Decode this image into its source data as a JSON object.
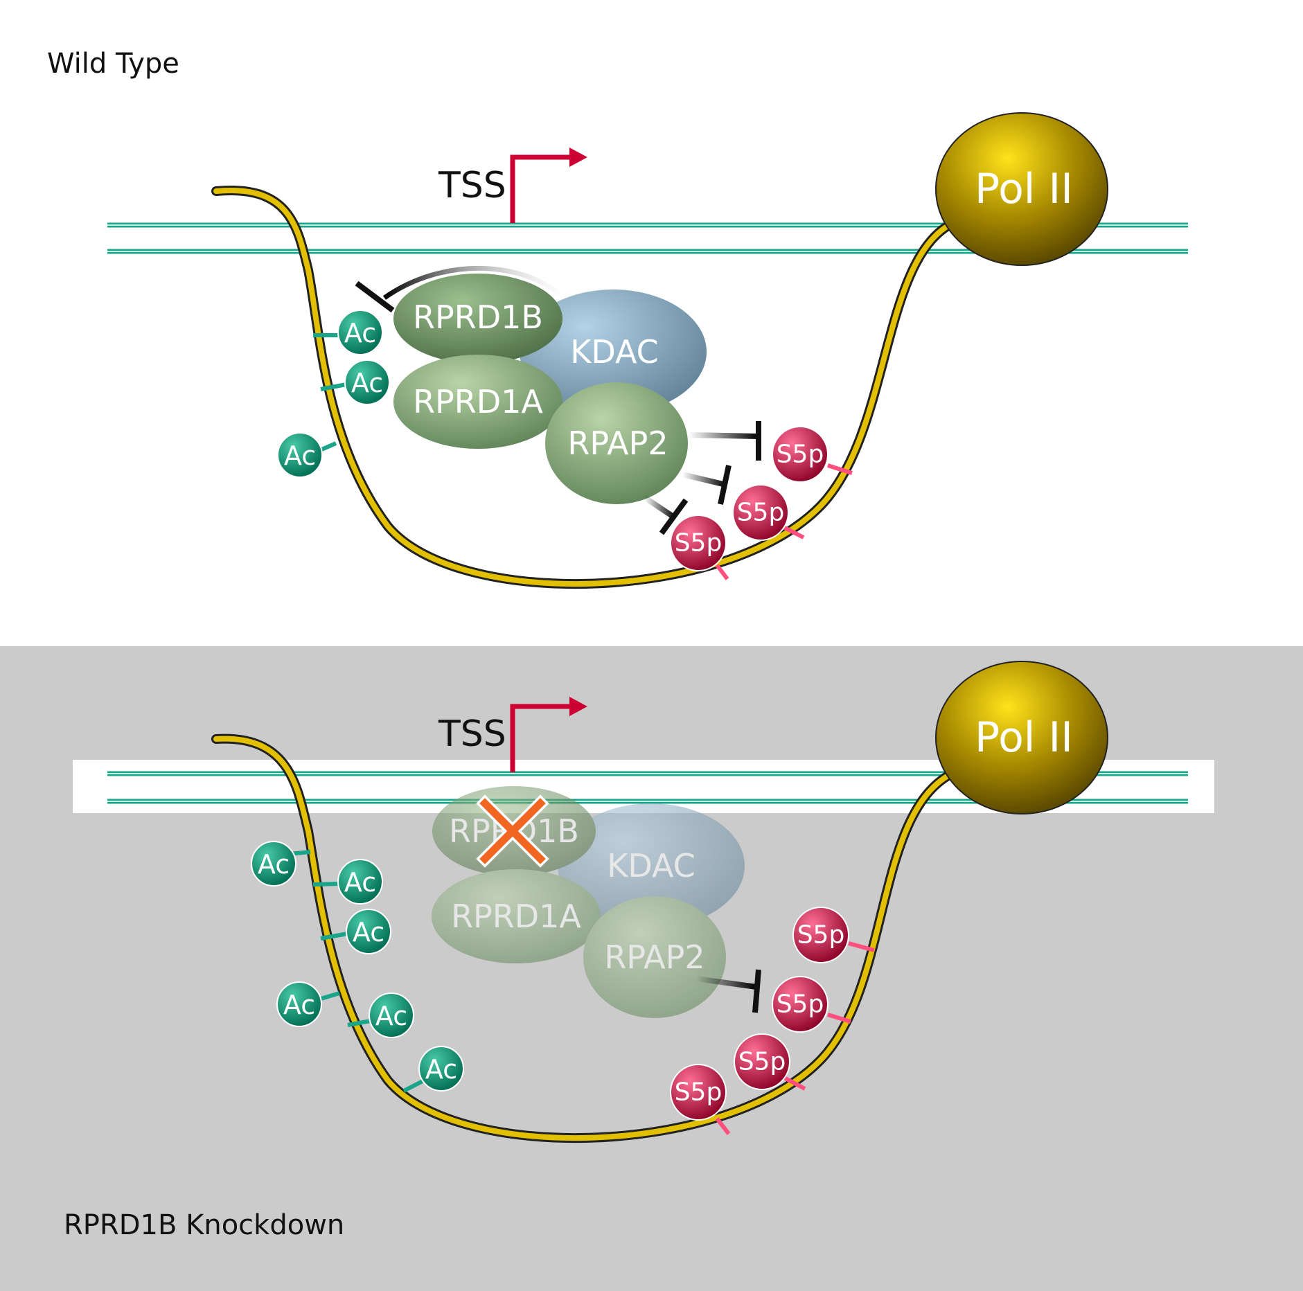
{
  "panels": {
    "wild_type": {
      "title": "Wild Type",
      "tss": "TSS",
      "pol": "Pol II",
      "rprd1b": "RPRD1B",
      "rprd1a": "RPRD1A",
      "kdac": "KDAC",
      "rpap2": "RPAP2",
      "ac": "Ac",
      "s5p": "S5p"
    },
    "knockdown": {
      "title": "RPRD1B Knockdown",
      "tss": "TSS",
      "pol": "Pol II",
      "rprd1b": "RPRD1B",
      "rprd1a": "RPRD1A",
      "kdac": "KDAC",
      "rpap2": "RPAP2",
      "ac": "Ac",
      "s5p": "S5p"
    }
  },
  "colors": {
    "dna": "#1aa58a",
    "rna": "#d9b800",
    "tss_arrow": "#cc0033",
    "knockdown_x": "#f26522",
    "knockdown_background": "#cbcbcb",
    "pol_ii": "#9a7e00"
  }
}
